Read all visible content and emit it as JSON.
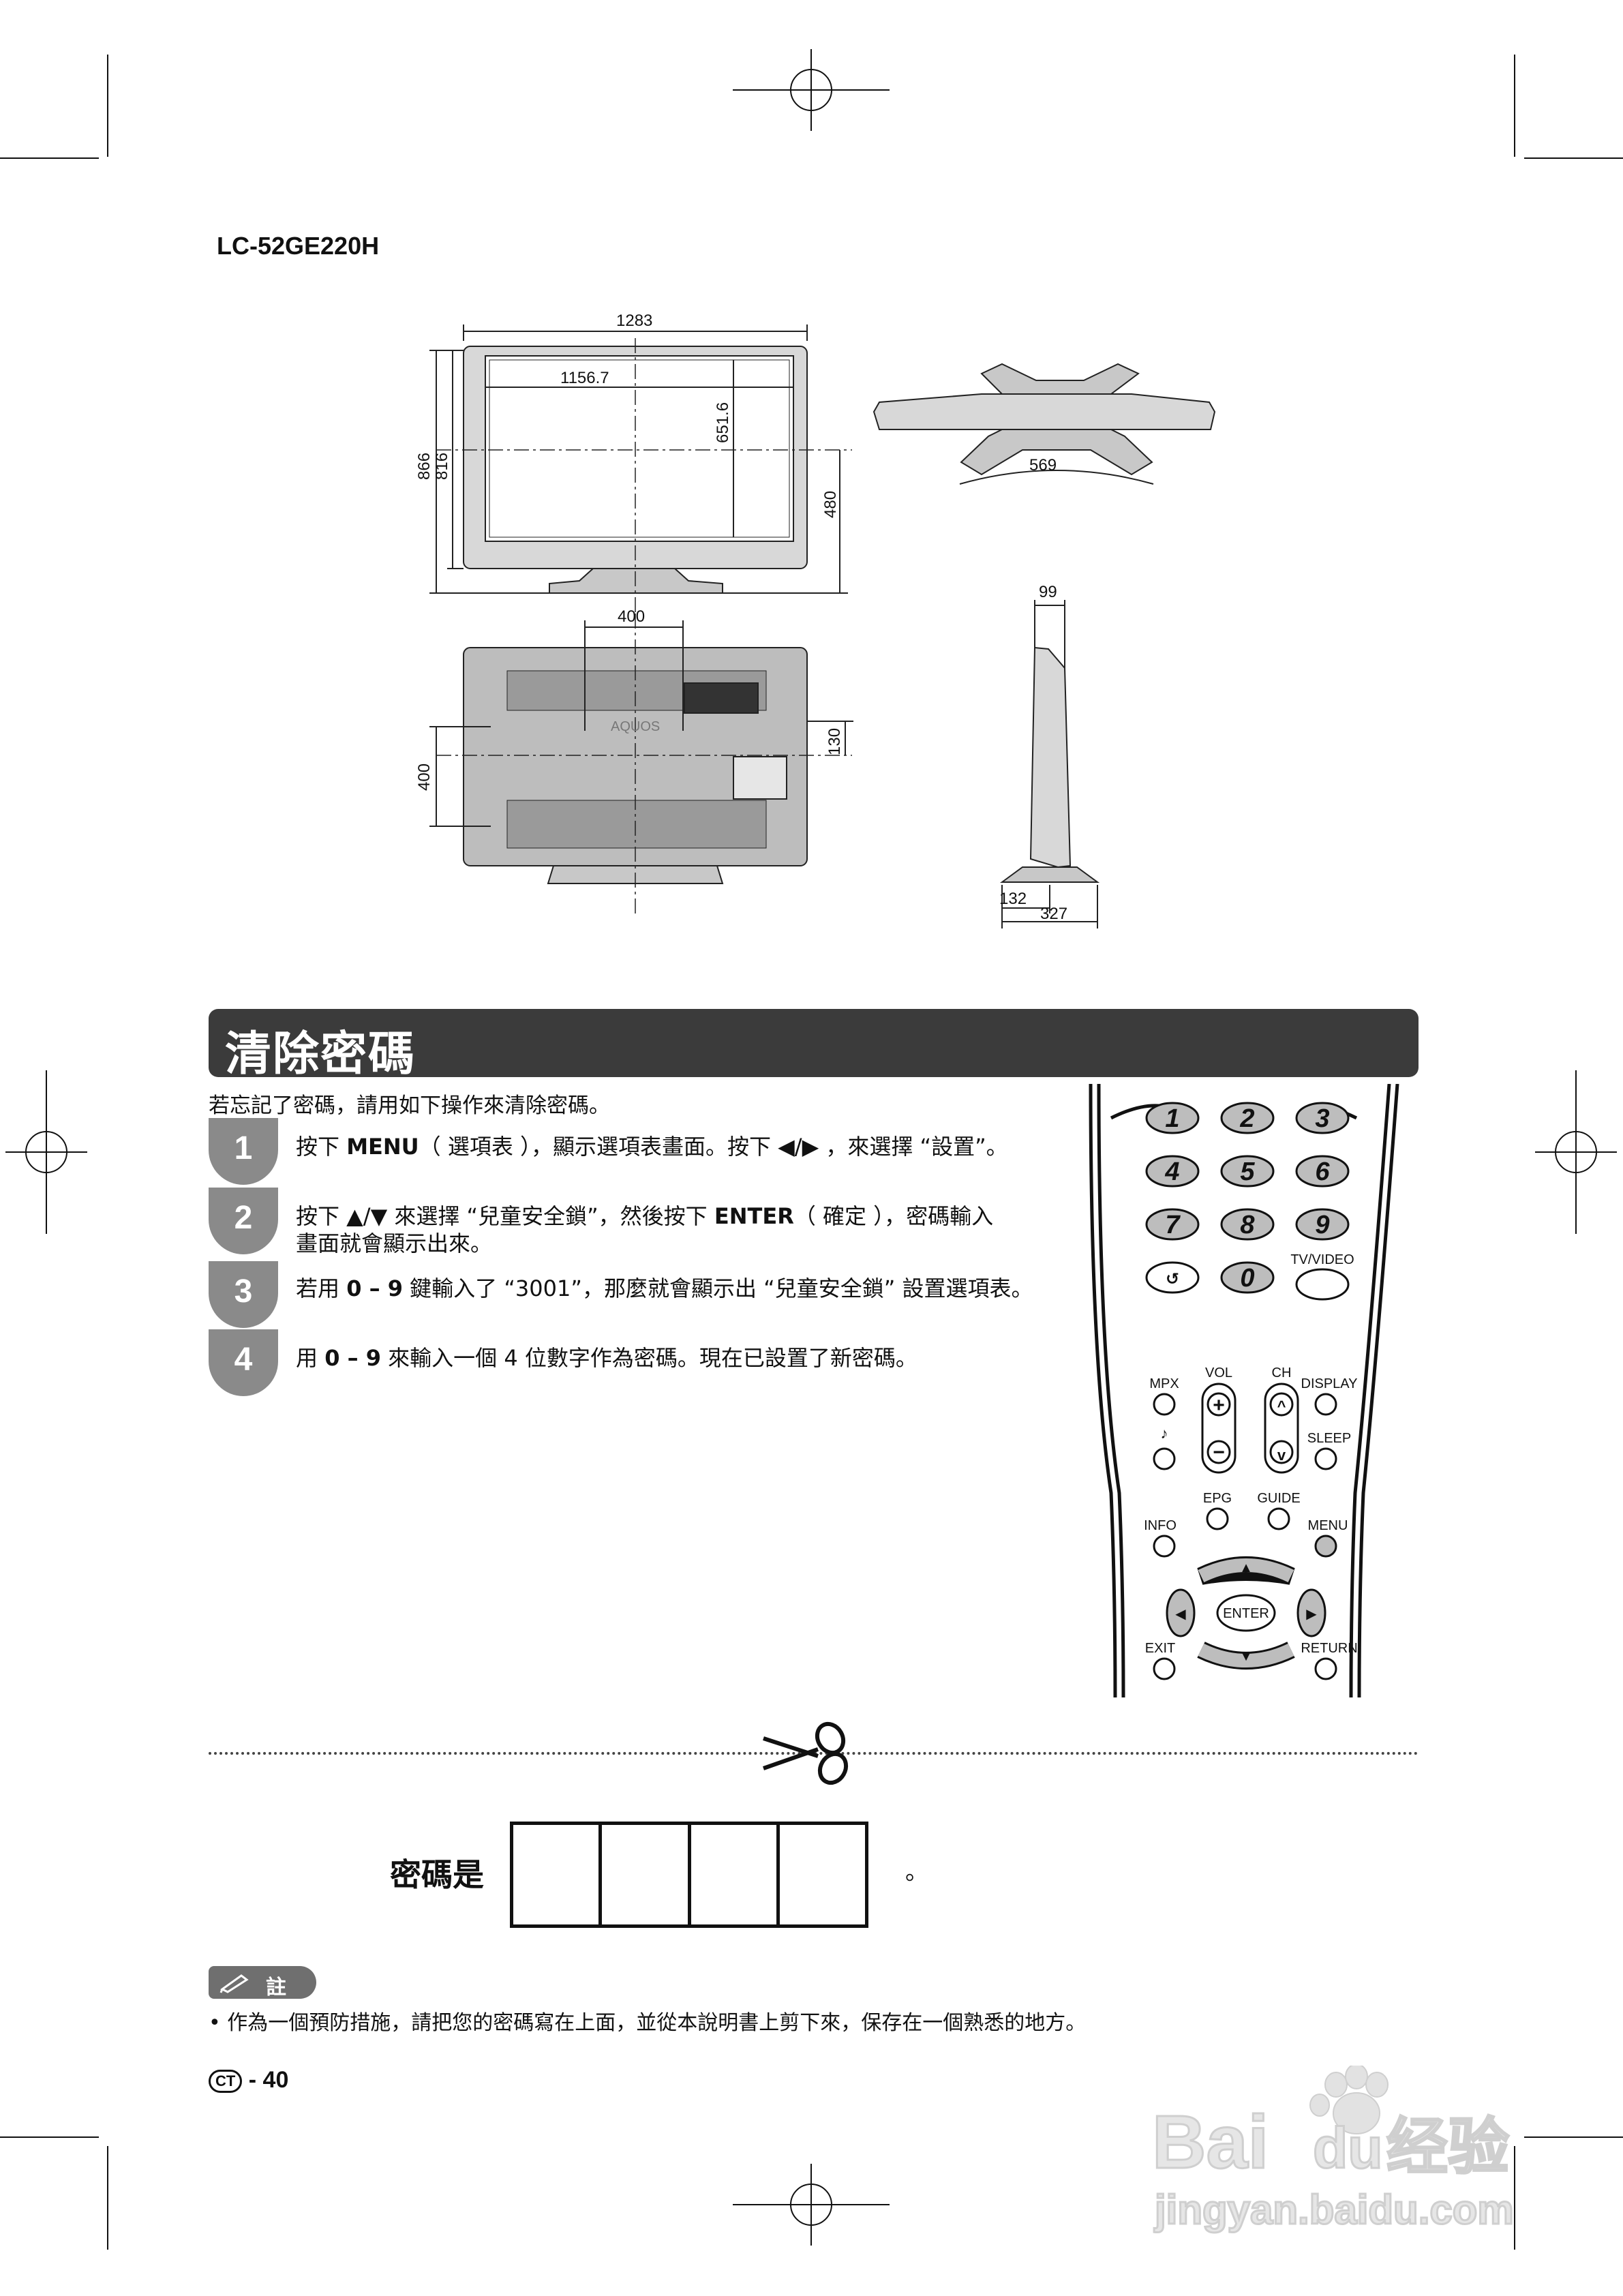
{
  "header": {
    "model": "LC-52GE220H"
  },
  "diagram": {
    "dims": {
      "width_overall": "1283",
      "screen_width": "1156.7",
      "screen_height": "651.6",
      "height_overall": "866",
      "height_body": "816",
      "center_height": "480",
      "stand_depth": "569",
      "vesa_h": "400",
      "vesa_v": "400",
      "vesa_offset": "130",
      "side_depth_top": "99",
      "side_foot_front": "132",
      "side_foot_depth": "327"
    },
    "rear_logo": "AQUOS"
  },
  "section": {
    "title": "清除密碼"
  },
  "intro": "若忘記了密碼，請用如下操作來清除密碼。",
  "steps": [
    {
      "num": "1",
      "pre": "按下 ",
      "kw": "MENU",
      "post": "（ 選項表 ），顯示選項表畫面。按下 ◀/▶ ，來選擇 “設置”。",
      "line2": ""
    },
    {
      "num": "2",
      "pre": "按下 ▲/▼ 來選擇 “兒童安全鎖”，然後按下 ",
      "kw": "ENTER",
      "post": "（ 確定 ），密碼輸入",
      "line2": "畫面就會顯示出來。"
    },
    {
      "num": "3",
      "pre": "若用 ",
      "kw": "0 – 9",
      "post": " 鍵輸入了 “3001”，那麼就會顯示出 “兒童安全鎖” 設置選項表。",
      "line2": ""
    },
    {
      "num": "4",
      "pre": "用 ",
      "kw": "0 – 9",
      "post": " 來輸入一個 4 位數字作為密碼。現在已設置了新密碼。",
      "line2": ""
    }
  ],
  "remote": {
    "digits": [
      "1",
      "2",
      "3",
      "4",
      "5",
      "6",
      "7",
      "8",
      "9",
      "0"
    ],
    "labels": {
      "tv_video": "TV/VIDEO",
      "mpx": "MPX",
      "vol": "VOL",
      "ch": "CH",
      "display": "DISPLAY",
      "sleep": "SLEEP",
      "epg": "EPG",
      "guide": "GUIDE",
      "info": "INFO",
      "menu": "MENU",
      "enter": "ENTER",
      "exit": "EXIT",
      "return": "RETURN"
    }
  },
  "password": {
    "label": "密碼是",
    "end": "。"
  },
  "note": {
    "label": "註",
    "text": "•  作為一個預防措施，請把您的密碼寫在上面，並從本說明書上剪下來，保存在一個熟悉的地方。"
  },
  "footer": {
    "ct": "CT",
    "page": "- 40"
  },
  "watermark": {
    "brand": "Bai",
    "brand2": "du",
    "cn": "经验",
    "url": "jingyan.baidu.com"
  }
}
